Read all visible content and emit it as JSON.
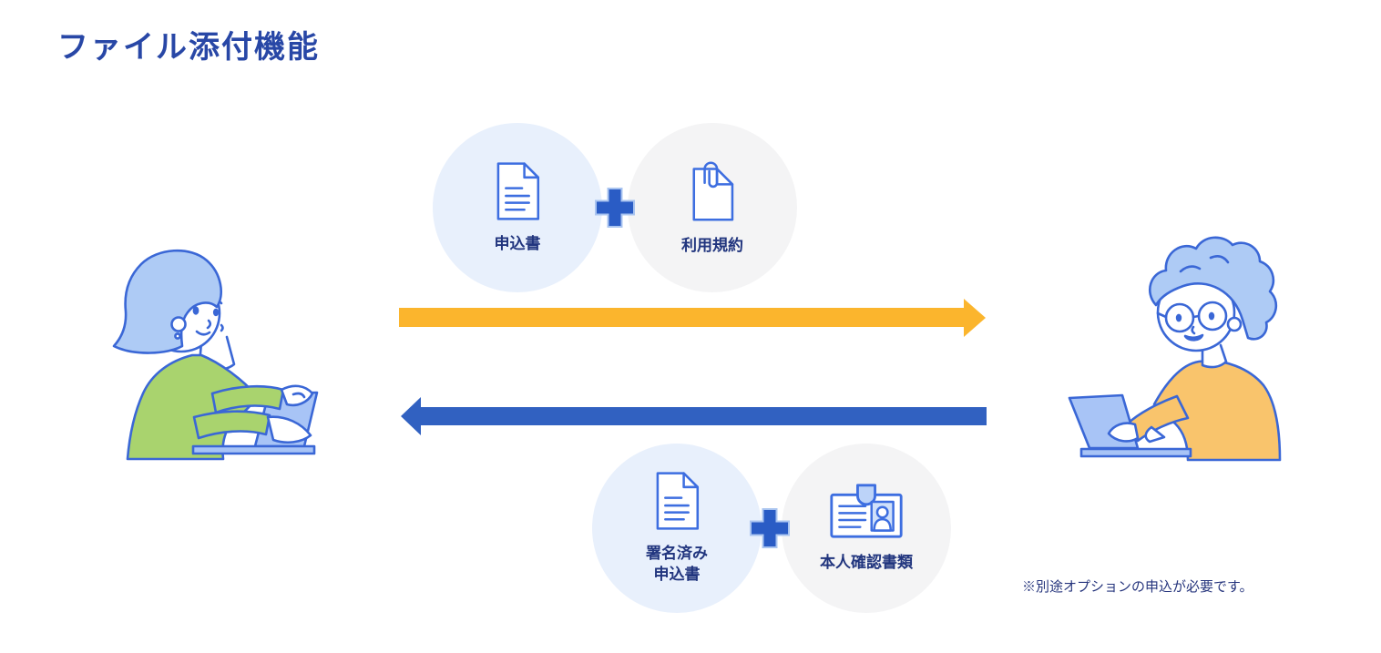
{
  "title": "ファイル添付機能",
  "footnote": "※別途オプションの申込が必要です。",
  "flow_top": {
    "direction": "left-to-right",
    "arrow_color": "#FBB52D",
    "items": [
      {
        "label": "申込書",
        "icon": "document-lines-icon"
      },
      {
        "label": "利用規約",
        "icon": "document-paperclip-icon"
      }
    ]
  },
  "flow_bottom": {
    "direction": "right-to-left",
    "arrow_color": "#3161C1",
    "items": [
      {
        "label_lines": [
          "署名済み",
          "申込書"
        ],
        "icon": "document-lines-icon"
      },
      {
        "label": "本人確認書類",
        "icon": "id-card-icon"
      }
    ]
  },
  "illustrations": {
    "left": "woman-typing-on-laptop",
    "right": "man-typing-on-laptop"
  },
  "colors": {
    "title_text": "#2847A6",
    "label_text": "#21357E",
    "circle_blue_bg": "#E8F0FC",
    "circle_gray_bg": "#F4F4F5",
    "icon_stroke": "#3D6EE0",
    "plus": "#2A5CC5",
    "arrow_yellow": "#FBB52D",
    "arrow_blue": "#3161C1",
    "illustration_line": "#3A67D6",
    "hair_fill": "#AECBF5",
    "sweater_green": "#A9D36E",
    "sweater_orange": "#F9C46C",
    "laptop_fill": "#A8C4F6"
  }
}
